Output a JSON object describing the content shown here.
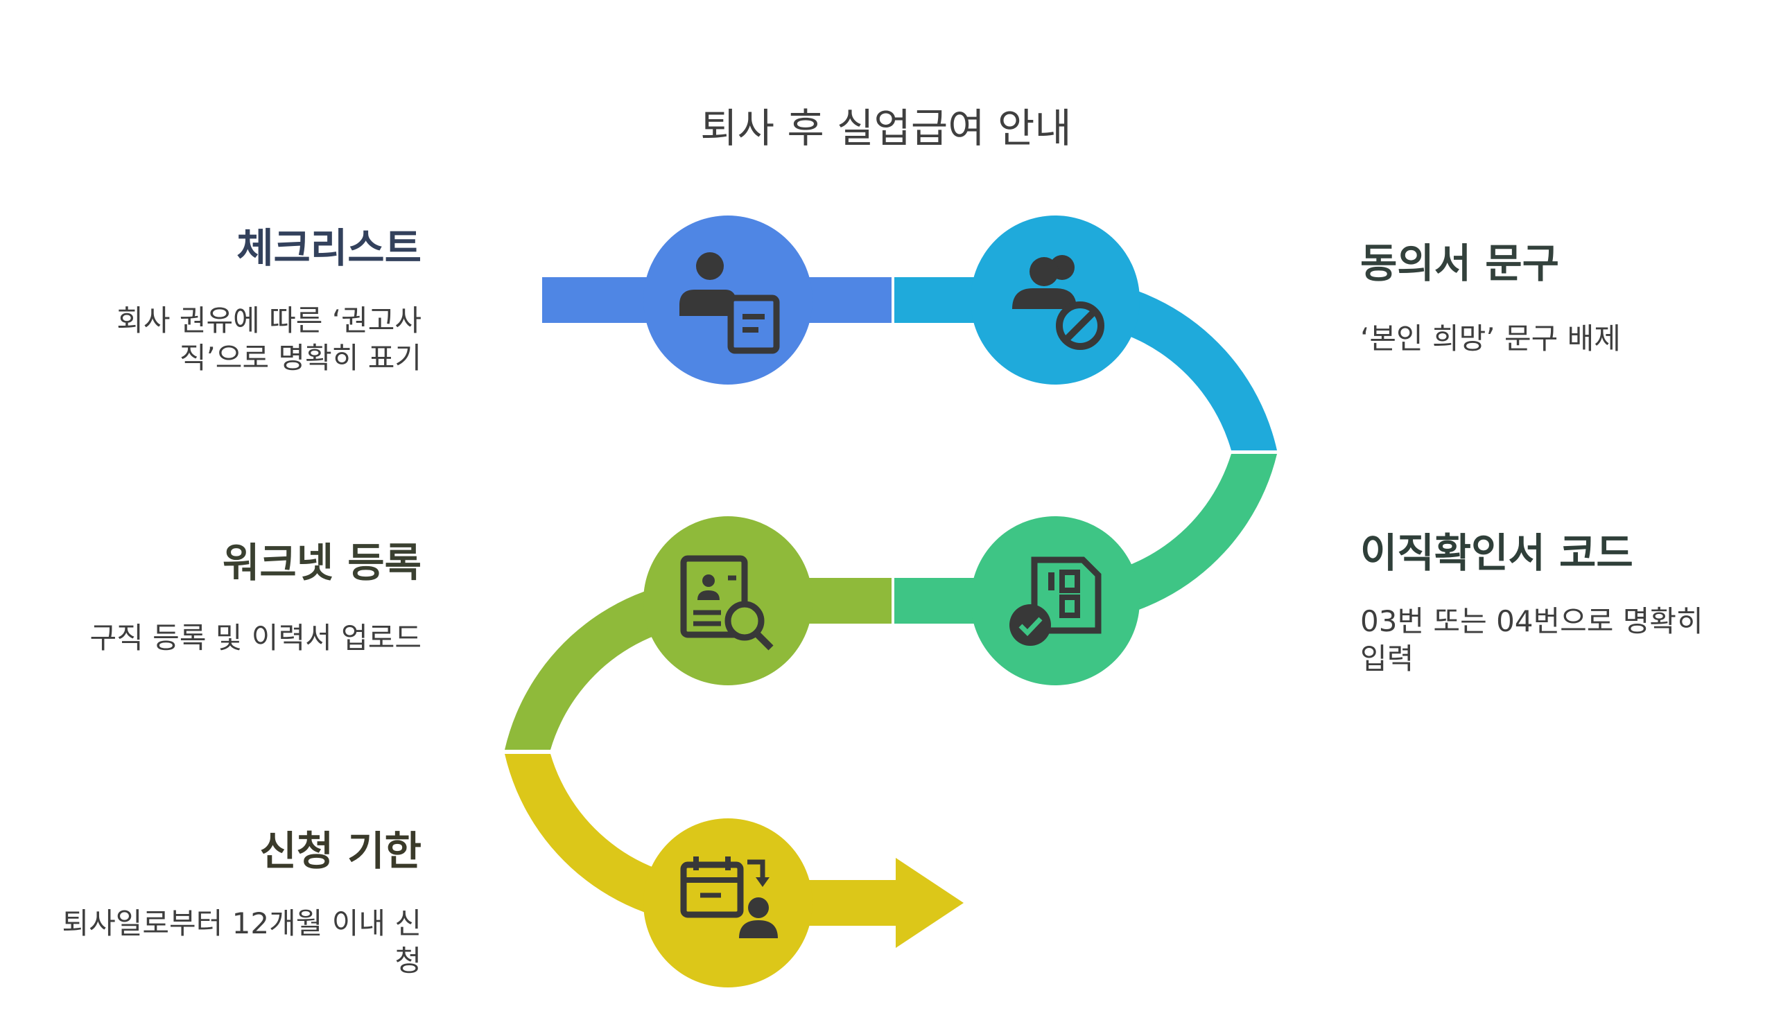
{
  "title": "퇴사 후 실업급여 안내",
  "steps": [
    {
      "title": "체크리스트",
      "desc": "회사 권유에 따른 ‘권고사직’으로 명확히 표기",
      "color": "#4f86e4",
      "icon": "user-document-icon"
    },
    {
      "title": "동의서 문구",
      "desc": "‘본인 희망’ 문구 배제",
      "color": "#1faadb",
      "icon": "users-block-icon"
    },
    {
      "title": "이직확인서 코드",
      "desc": "03번 또는 04번으로 명확히 입력",
      "color": "#3ec585",
      "icon": "sim-card-check-icon"
    },
    {
      "title": "워크넷 등록",
      "desc": "구직 등록 및 이력서 업로드",
      "color": "#8fba3a",
      "icon": "resume-search-icon"
    },
    {
      "title": "신청 기한",
      "desc": "퇴사일로부터 12개월 이내 신청",
      "color": "#dcc719",
      "icon": "calendar-user-icon"
    }
  ],
  "title_colors": {
    "step-1": "#33415c",
    "step-2": "#33413c",
    "step-3": "#2f3f39",
    "step-4": "#3a4030",
    "step-5": "#3a3a2a"
  }
}
